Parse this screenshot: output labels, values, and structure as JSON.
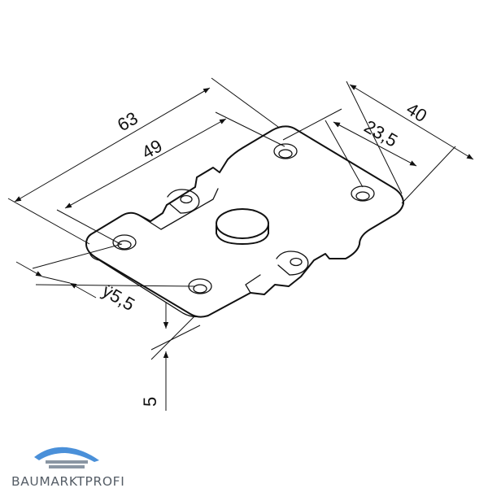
{
  "drawing": {
    "dimensions": {
      "overall_length": "63",
      "hole_spacing_length": "49",
      "overall_width": "40",
      "hole_spacing_width": "23,5",
      "hole_diameter": "ÿ5,5",
      "thickness": "5"
    }
  },
  "logo": {
    "text": "BAUMARKTPROFI",
    "colors": {
      "swoosh": "#4a90d9",
      "text": "#555d66"
    }
  }
}
